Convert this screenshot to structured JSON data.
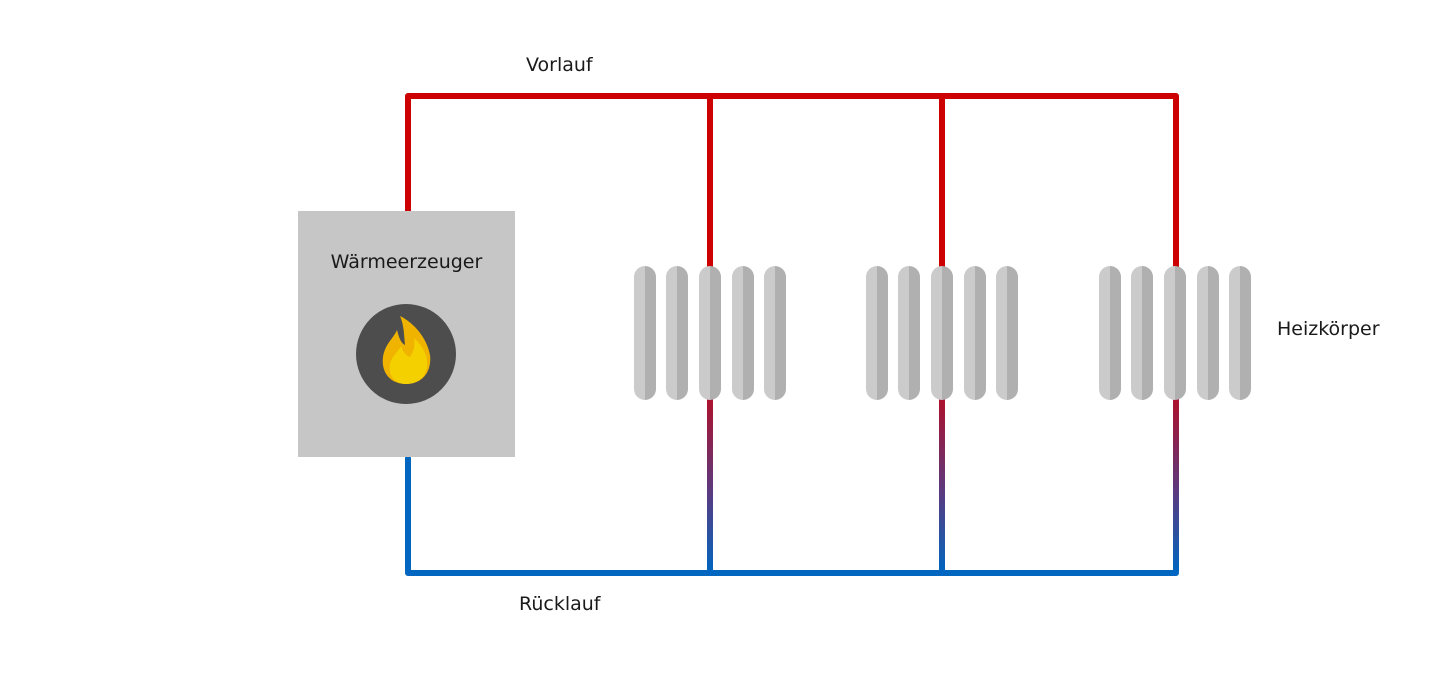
{
  "labels": {
    "supply": "Vorlauf",
    "return": "Rücklauf",
    "radiator": "Heizkörper",
    "generator": "Wärmeerzeuger"
  },
  "colors": {
    "supply": "#cc0000",
    "return": "#0066c0",
    "generator_box": "#c6c6c6",
    "flame_circle": "#4d4d4d",
    "flame_outer": "#f0b400",
    "flame_inner": "#f5d000",
    "radiator_light": "#c8c8c8",
    "radiator_dark": "#a8a8a8"
  },
  "icons": {
    "generator": "flame-icon"
  },
  "radiators": [
    {
      "name": "radiator-1",
      "fins": 5
    },
    {
      "name": "radiator-2",
      "fins": 5
    },
    {
      "name": "radiator-3",
      "fins": 5
    }
  ]
}
